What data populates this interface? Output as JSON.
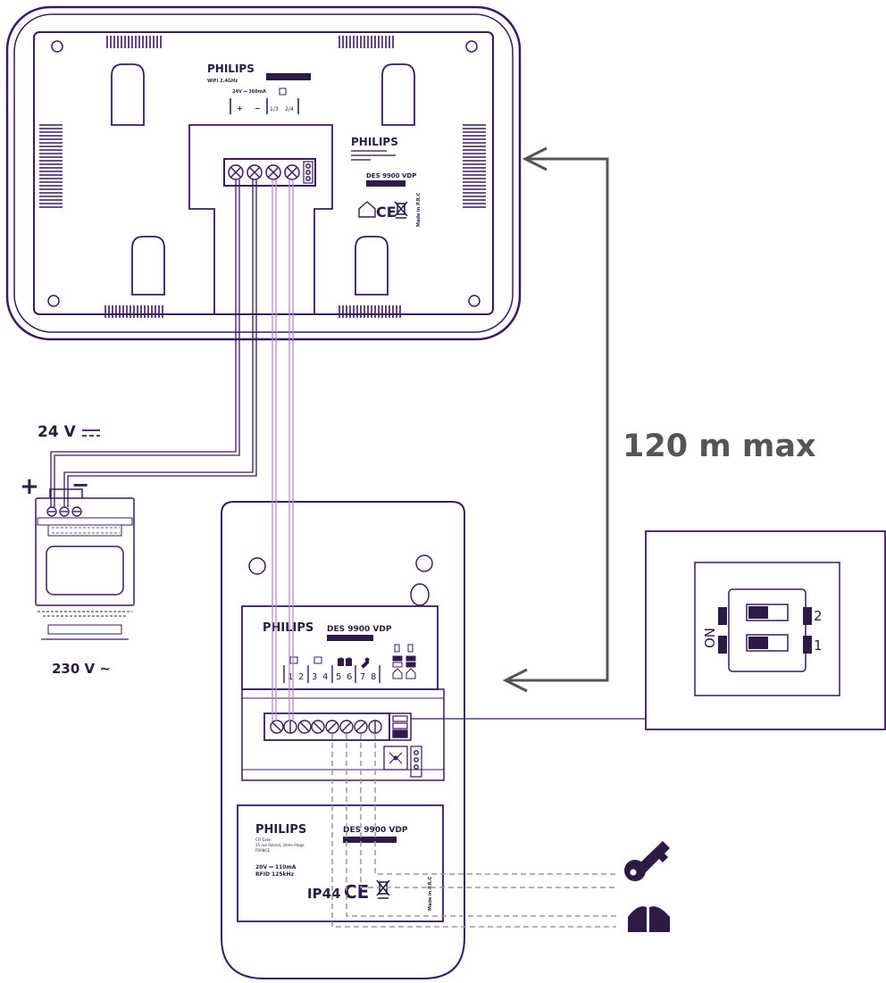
{
  "distance_label": "120 m max",
  "power_supply": {
    "dc_voltage_label": "24 V",
    "ac_voltage_label": "230 V ~",
    "plus_symbol": "+",
    "minus_symbol": "−"
  },
  "monitor_top_label": {
    "brand": "PHILIPS",
    "wifi": "WiFi 2.4GHz",
    "rating": "24V ⎓ 360mA",
    "plus": "+",
    "minus": "−",
    "port_a": "1/3",
    "port_b": "2/4"
  },
  "monitor_rating_label": {
    "brand": "PHILIPS",
    "model": "DES 9900 VDP",
    "made_in": "Made in P.R.C"
  },
  "outdoor_top_label": {
    "brand": "PHILIPS",
    "model": "DES 9900 VDP",
    "terminals": [
      "1",
      "2",
      "3",
      "4",
      "5",
      "6",
      "7",
      "8"
    ]
  },
  "outdoor_rating_label": {
    "brand": "PHILIPS",
    "address_1": "CFI Extel",
    "address_2": "35 rue Roland, 2ème étage",
    "address_3": "FRANCE",
    "model": "DES 9900 VDP",
    "rating": "20V ⎓ 110mA",
    "rfid": "RFID 125kHz",
    "ip": "IP44",
    "made_in": "Made in P.R.C"
  },
  "dip_switch": {
    "on_label": "ON",
    "switch_1": "1",
    "switch_2": "2"
  },
  "colors": {
    "outline": "#3d1a5c",
    "wire_purple": "#b48ac7",
    "wire_gray": "#9a9a9a",
    "arrow": "#555555",
    "text": "#3d1a5c"
  },
  "icons": [
    "key-icon",
    "gate-icon",
    "home-icon",
    "ce-mark-icon",
    "weee-bin-icon"
  ]
}
